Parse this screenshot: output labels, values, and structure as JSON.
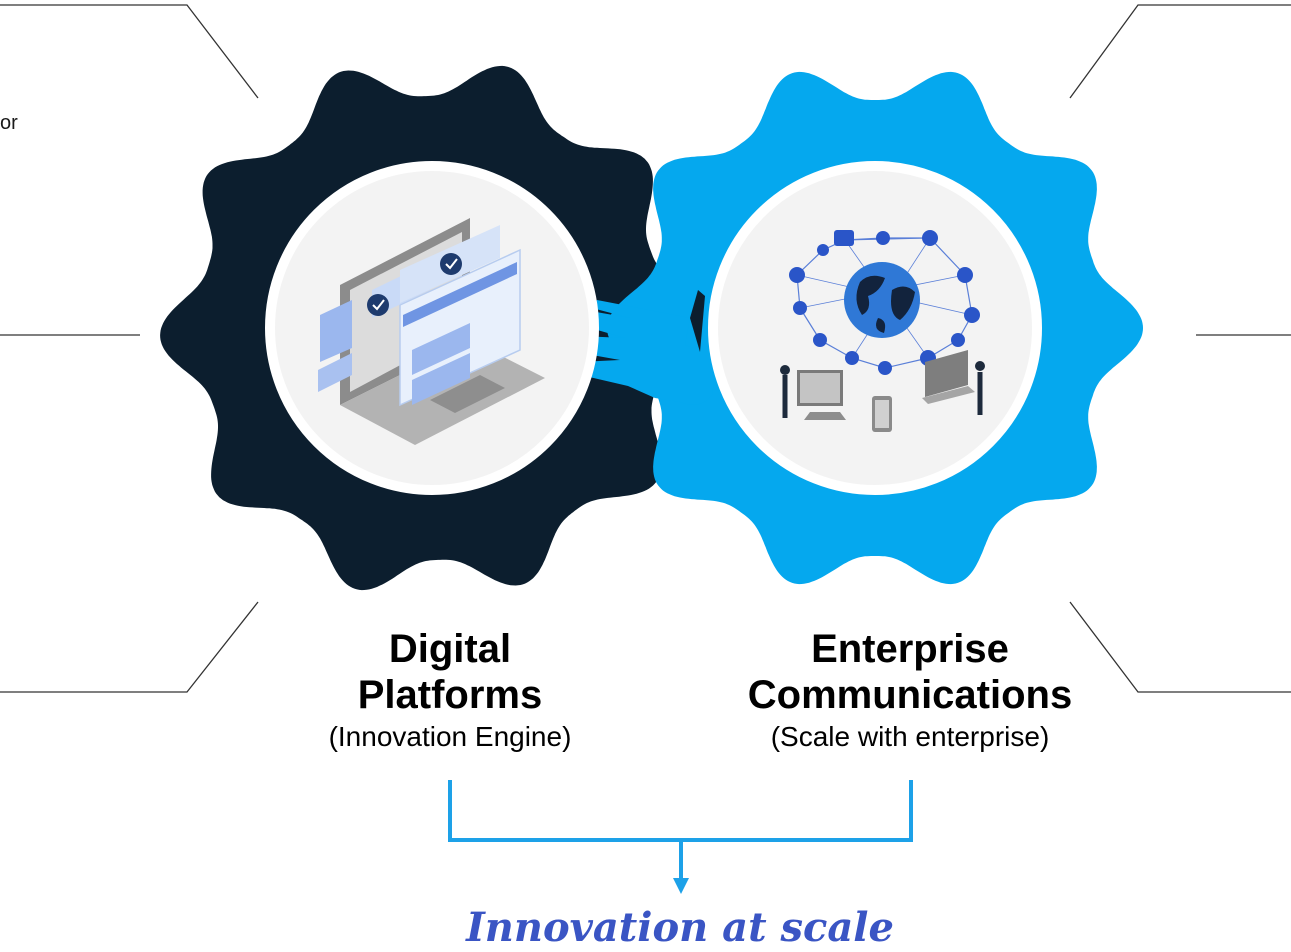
{
  "partial_left_text": "or",
  "gears": {
    "left": {
      "title_line1": "Digital",
      "title_line2": "Platforms",
      "subtitle": "(Innovation Engine)",
      "color": "#0c1e2e",
      "illustration": "laptop-dashboard-icon"
    },
    "right": {
      "title_line1": "Enterprise",
      "title_line2": "Communications",
      "subtitle": "(Scale with enterprise)",
      "color": "#05a8ee",
      "illustration": "globe-network-icon"
    }
  },
  "result": "Innovation at scale",
  "colors": {
    "connector": "#1da1e8",
    "result_text": "#3a55c4",
    "callout_lines": "#333333",
    "inner_circle": "#f0f0f0"
  }
}
